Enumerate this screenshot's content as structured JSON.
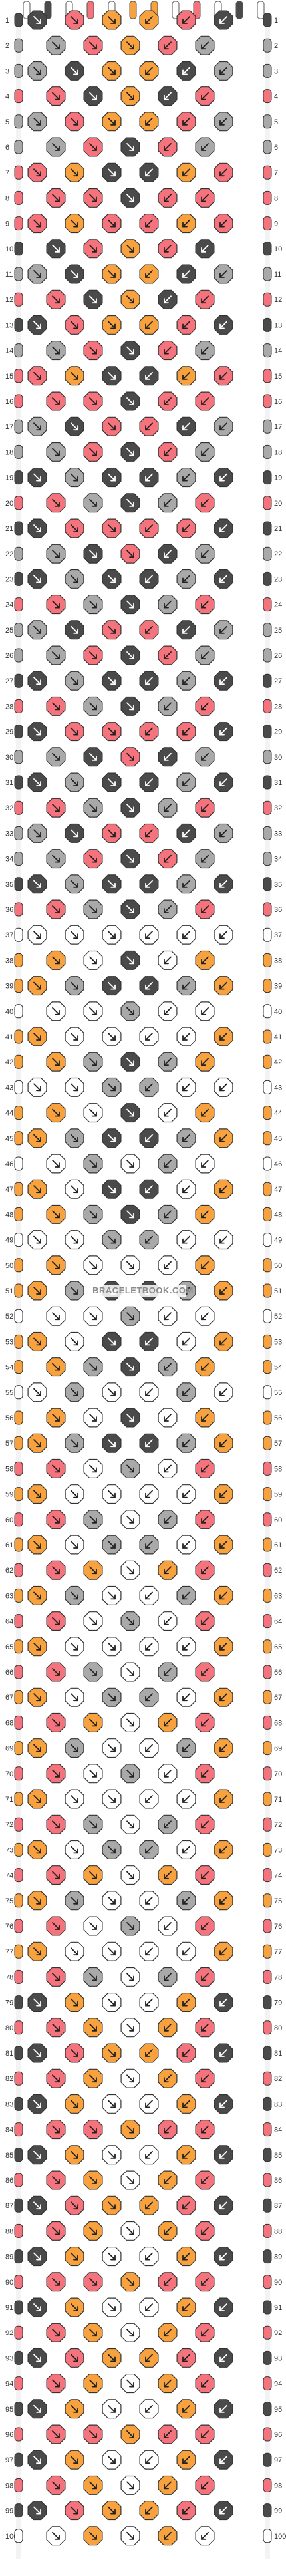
{
  "watermark": "BRACELETBOOK.COM",
  "palette": {
    "D": "#4a4a4a",
    "G": "#a9a9a9",
    "W": "#ffffff",
    "P": "#f4737d",
    "O": "#f7a23e"
  },
  "strings_top": [
    "W",
    "D",
    "W",
    "P",
    "W",
    "O",
    "O",
    "W",
    "P",
    "W",
    "D",
    "W"
  ],
  "rows": [
    "DPOOPD",
    "GPOOPG",
    "GDOODG",
    "PDOODP",
    "GPOOPG",
    "GPDDPG",
    "PODDOP",
    "PPDDPP",
    "POPPOP",
    "DPOOPD",
    "GDOODG",
    "PDOODP",
    "DPOOPD",
    "GPDDPG",
    "PODDOP",
    "PPDDPP",
    "GDPPDG",
    "GPDDPG",
    "DGDDGD",
    "PGDDGP",
    "DPPPPD",
    "GDPPDG",
    "DGDDGD",
    "PGDDGP",
    "GDPPDG",
    "GPDDPG",
    "DGDDGD",
    "PGDDGP",
    "DPPPPD",
    "GDPPDG",
    "DGDDGD",
    "PGDDGP",
    "GDPPDG",
    "GPDDPG",
    "DGDDGD",
    "PGDDGP",
    "WWWWWW",
    "OWDDWO",
    "OGDDGO",
    "WWGGWW",
    "OWWWWO",
    "OGDDGO",
    "WWGGWW",
    "OWDDWO",
    "OGDDGO",
    "WGWWGW",
    "OWDDWO",
    "OGDDGO",
    "WWGGWW",
    "OWWWWO",
    "OGDDGO",
    "WWGGWW",
    "OWDDWO",
    "OGDDGO",
    "WGWWGW",
    "OWDDWO",
    "OGDDGO",
    "PWGGWP",
    "OWWWWO",
    "PGWWGP",
    "OWGGWO",
    "POWWOP",
    "OGWWGO",
    "PWGGWP",
    "OWWWWO",
    "PGWWGP",
    "OWGGWO",
    "POWWOP",
    "OGWWGO",
    "PWGGWP",
    "OWWWWO",
    "PGWWGP",
    "OWGGWO",
    "POWWOP",
    "OGWWGO",
    "PWGGWP",
    "OWWWWO",
    "PGWWGP",
    "DOWWOD",
    "POWWOP",
    "DPOOPD",
    "POWWOP",
    "DOWWOD",
    "PPOOPP",
    "DOWWOD",
    "POWWOP",
    "DPOOPD",
    "POWWOP",
    "DOWWOD",
    "PPOOPP",
    "DOWWOD",
    "POWWOP",
    "DPOOPD",
    "POWWOP",
    "DOWWOD",
    "PPOOPP",
    "DOWWOD",
    "POWWOP",
    "DPOOPD",
    "WOWWOW"
  ]
}
